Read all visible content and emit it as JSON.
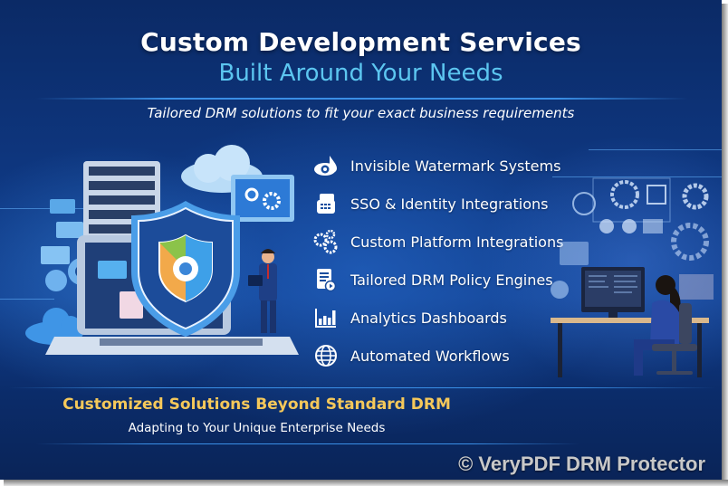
{
  "header": {
    "title": "Custom Development Services",
    "subtitle": "Built Around Your Needs",
    "tagline": "Tailored DRM solutions to fit your exact business requirements"
  },
  "features": [
    {
      "icon": "eye-watermark-icon",
      "label": "Invisible Watermark Systems"
    },
    {
      "icon": "id-card-keyboard-icon",
      "label": "SSO & Identity Integrations"
    },
    {
      "icon": "gears-icon",
      "label": "Custom Platform Integrations"
    },
    {
      "icon": "policy-document-icon",
      "label": "Tailored DRM Policy Engines"
    },
    {
      "icon": "bar-chart-icon",
      "label": "Analytics Dashboards"
    },
    {
      "icon": "globe-icon",
      "label": "Automated Workflows"
    }
  ],
  "footer": {
    "title": "Customized Solutions Beyond Standard DRM",
    "subtitle": "Adapting to Your Unique Enterprise Needs",
    "copyright": "© VeryPDF DRM Protector"
  },
  "colors": {
    "background_top": "#0b2a66",
    "background_mid": "#12408f",
    "title": "#ffffff",
    "subtitle": "#5cc6f0",
    "footer_title": "#f5c85a",
    "copyright": "#c8c8c8",
    "accent_line": "#3a8fe6"
  }
}
